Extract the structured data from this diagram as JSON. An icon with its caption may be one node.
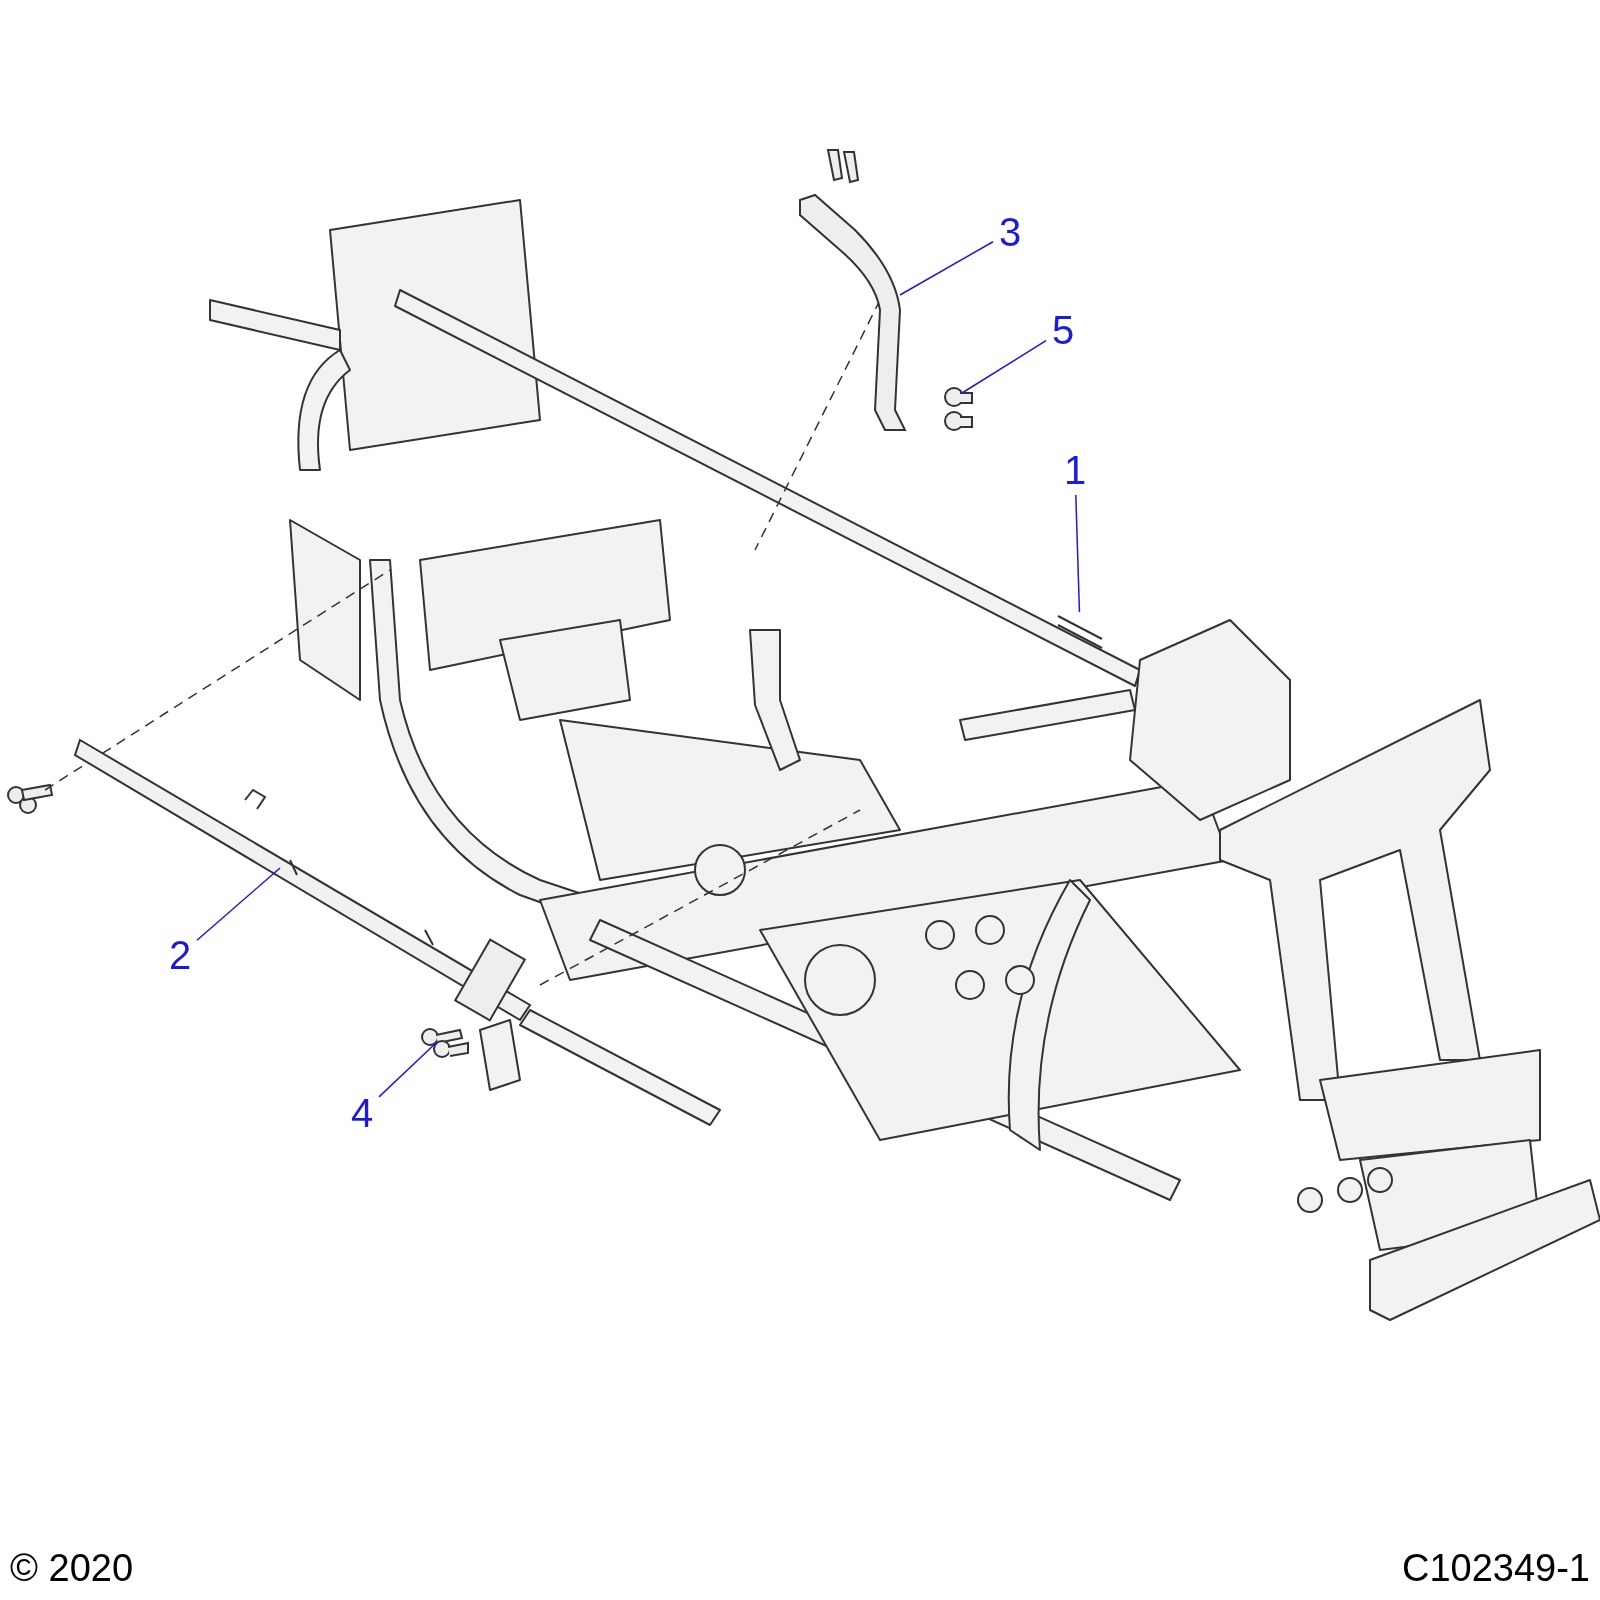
{
  "diagram": {
    "nodes": [
      {
        "text": [
          "1"
        ]
      },
      {
        "text": [
          "2"
        ]
      },
      {
        "text": [
          "3"
        ]
      },
      {
        "text": [
          "4"
        ]
      },
      {
        "text": [
          "5"
        ]
      },
      {
        "text": [],
        "shape": "picture"
      },
      {
        "text": [],
        "shape": "picture"
      },
      {
        "text": [],
        "shape": "picture"
      },
      {
        "text": [],
        "shape": "picture"
      },
      {
        "text": [],
        "shape": "picture"
      }
    ],
    "edges": [
      {
        "from": 0,
        "to": 5,
        "arrow": "none"
      },
      {
        "from": 1,
        "to": 6,
        "arrow": "none"
      },
      {
        "from": 2,
        "to": 7,
        "arrow": "none"
      },
      {
        "from": 3,
        "to": 8,
        "arrow": "none"
      },
      {
        "from": 4,
        "to": 9,
        "arrow": "none"
      }
    ],
    "labels": [
      "© 2020",
      "C102349-1"
    ]
  }
}
